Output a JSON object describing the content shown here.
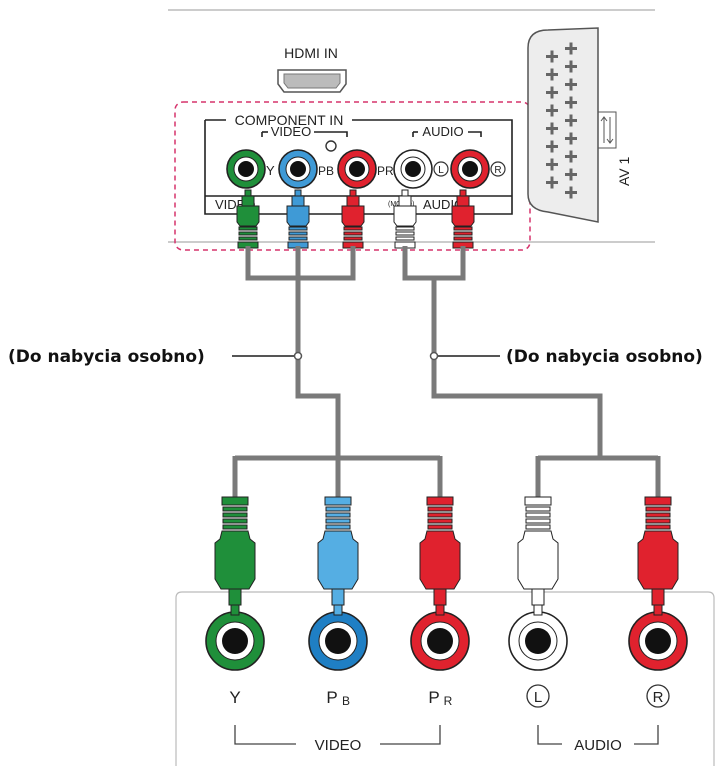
{
  "tv_panel": {
    "hdmi_label": "HDMI IN",
    "component_label": "COMPONENT IN",
    "video_label": "VIDEO",
    "audio_label": "AUDIO",
    "pb_label": "PB",
    "pr_label": "PR",
    "y_label": "Y",
    "l_label": "L",
    "r_label": "R",
    "scart_label": "AV 1",
    "bottom_video_fragment": "VIDEO",
    "bottom_audio_fragment": "AUDIO",
    "mono_label": "(MONO)"
  },
  "callouts": {
    "left": "(Do nabycia osobno)",
    "right": "(Do nabycia osobno)"
  },
  "device_panel": {
    "y_label": "Y",
    "pb_label": "P",
    "pb_sub": "B",
    "pr_label": "P",
    "pr_sub": "R",
    "l_label": "L",
    "r_label": "R",
    "video_label": "VIDEO",
    "audio_label": "AUDIO"
  },
  "colors": {
    "green": "#1f8f3a",
    "blue": "#3f9ad6",
    "red": "#e0222e",
    "white": "#ffffff",
    "cable": "#7a7a7a",
    "dashed_border": "#d6336c"
  }
}
